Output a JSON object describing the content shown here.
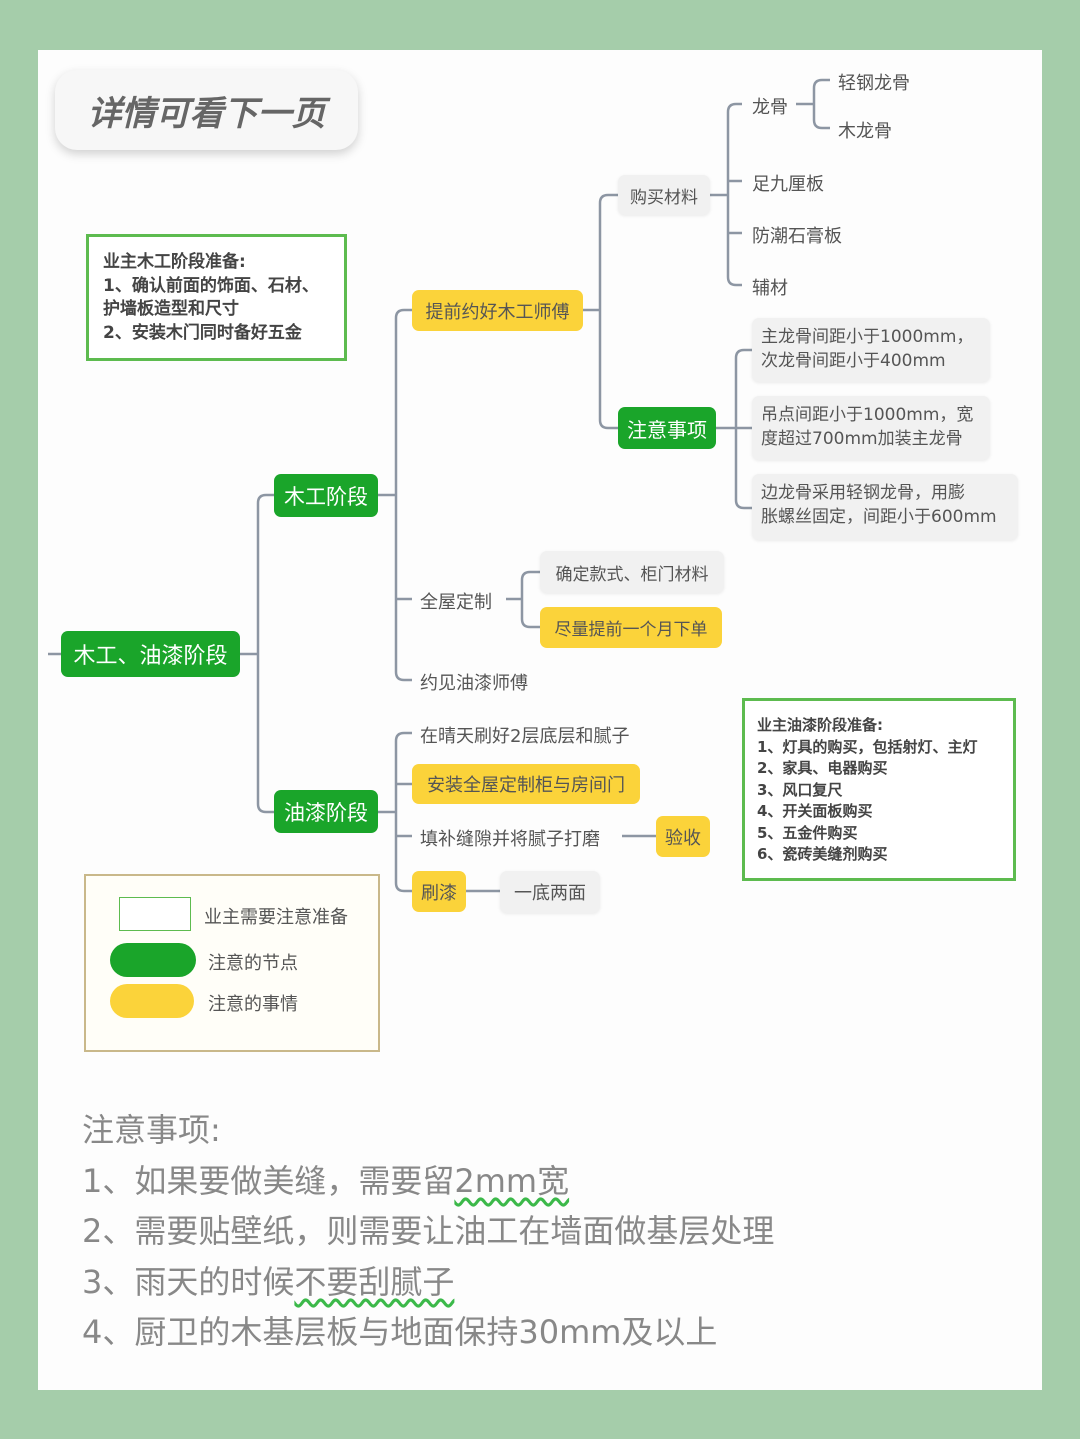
{
  "title_badge": "详情可看下一页",
  "carpentry_prep": {
    "heading": "业主木工阶段准备:",
    "lines": [
      "1、确认前面的饰面、石材、",
      "护墙板造型和尺寸",
      "2、安装木门同时备好五金"
    ]
  },
  "paint_prep": {
    "heading": "业主油漆阶段准备:",
    "lines": [
      "1、灯具的购买，包括射灯、主灯",
      "2、家具、电器购买",
      "3、风口复尺",
      "4、开关面板购买",
      "5、五金件购买",
      "6、瓷砖美缝剂购买"
    ]
  },
  "mindmap": {
    "root": "木工、油漆阶段",
    "carpentry": {
      "label": "木工阶段",
      "book_carpenter": "提前约好木工师傅",
      "buy_materials": {
        "label": "购买材料",
        "keel": "龙骨",
        "keel_types": [
          "轻钢龙骨",
          "木龙骨"
        ],
        "items": [
          "足九厘板",
          "防潮石膏板",
          "辅材"
        ]
      },
      "notes": {
        "label": "注意事项",
        "items": [
          "主龙骨间距小于1000mm，",
          "次龙骨间距小于400mm",
          "吊点间距小于1000mm，宽",
          "度超过700mm加装主龙骨",
          "边龙骨采用轻钢龙骨，用膨",
          "胀螺丝固定，间距小于600mm"
        ]
      },
      "custom": {
        "label": "全屋定制",
        "items": [
          "确定款式、柜门材料",
          "尽量提前一个月下单"
        ]
      },
      "book_painter": "约见油漆师傅"
    },
    "painting": {
      "label": "油漆阶段",
      "items": [
        "在晴天刷好2层底层和腻子",
        "安装全屋定制柜与房间门",
        "填补缝隙并将腻子打磨"
      ],
      "accept": "验收",
      "paint": "刷漆",
      "paint_detail": "一底两面"
    }
  },
  "legend": {
    "items": [
      "业主需要注意准备",
      "注意的节点",
      "注意的事情"
    ],
    "colors": {
      "node": "#1aa52a",
      "matter": "#fbd33a"
    }
  },
  "notes": {
    "heading": "注意事项:",
    "lines": [
      "1、如果要做美缝，需要留",
      "2mm宽",
      "2、需要贴壁纸，则需要让油工在墙面做基层处理",
      "3、雨天的时候",
      "不要刮腻子",
      "4、厨卫的木基层板与地面保持30mm及以上"
    ]
  }
}
